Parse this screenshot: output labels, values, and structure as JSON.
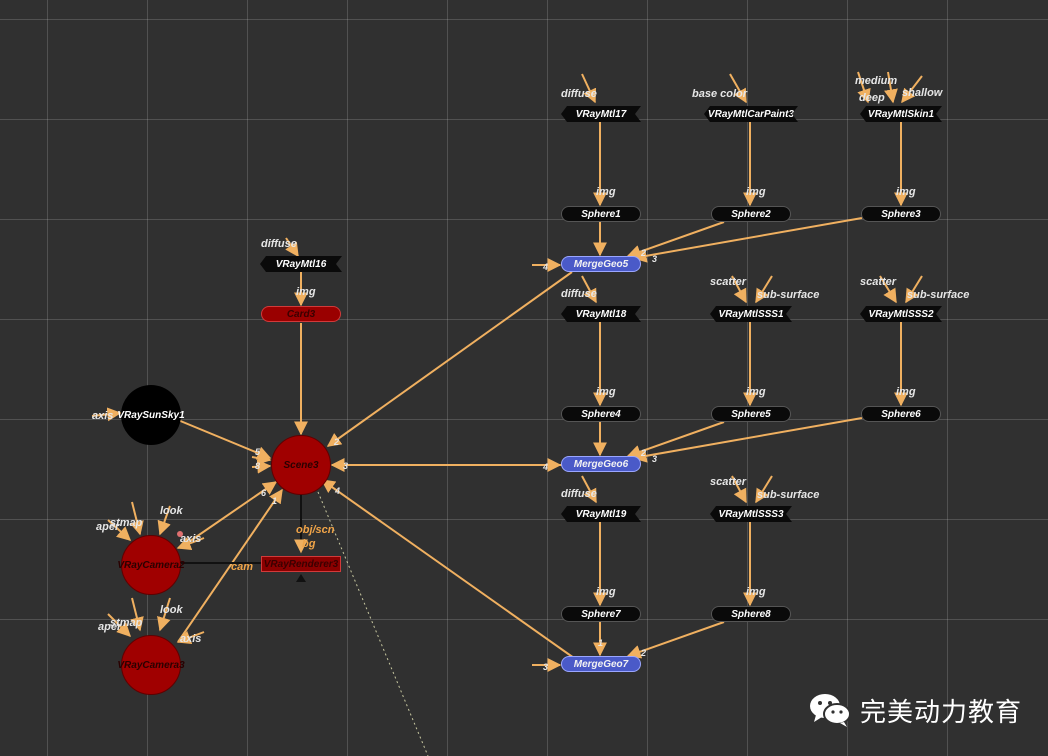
{
  "materials": {
    "vraymtl17": "VRayMtl17",
    "vraymtlcarpaint3": "VRayMtlCarPaint3",
    "vraymtlskin1": "VRayMtlSkin1",
    "vraymtl16": "VRayMtl16",
    "vraymtl18": "VRayMtl18",
    "vraymtlsss1": "VRayMtlSSS1",
    "vraymtlsss2": "VRayMtlSSS2",
    "vraymtl19": "VRayMtl19",
    "vraymtlsss3": "VRayMtlSSS3"
  },
  "spheres": {
    "sphere1": "Sphere1",
    "sphere2": "Sphere2",
    "sphere3": "Sphere3",
    "sphere4": "Sphere4",
    "sphere5": "Sphere5",
    "sphere6": "Sphere6",
    "sphere7": "Sphere7",
    "sphere8": "Sphere8"
  },
  "merges": {
    "mergegeo5": "MergeGeo5",
    "mergegeo6": "MergeGeo6",
    "mergegeo7": "MergeGeo7"
  },
  "scene": {
    "card": "Card3",
    "scene": "Scene3",
    "sunsky": "VRaySunSky1",
    "camera2": "VRayCamera2",
    "camera3": "VRayCamera3",
    "renderer": "VRayRenderer3"
  },
  "inputs": {
    "diffuse": "diffuse",
    "base_color": "base color",
    "medium": "medium",
    "deep": "deep",
    "shallow": "shallow",
    "img": "img",
    "scatter": "scatter",
    "sub_surface": "sub-surface",
    "axis": "axis",
    "aper": "aper",
    "stmap": "stmap",
    "look": "look",
    "cam": "cam",
    "obj_scn": "obj/scn",
    "bg": "bg"
  },
  "port_numbers": {
    "n1": "1",
    "n2": "2",
    "n3": "3",
    "n4": "4",
    "n5": "5",
    "n6": "6",
    "n8": "8"
  },
  "watermark": {
    "text": "完美动力教育",
    "icon": "wechat-icon"
  },
  "colors": {
    "background": "#303030",
    "grid": "#8a8a8a",
    "edge": "#f0b060",
    "merge_node": "#4a5ac8",
    "red_node": "#a00000",
    "node_black": "#0a0a0a"
  }
}
